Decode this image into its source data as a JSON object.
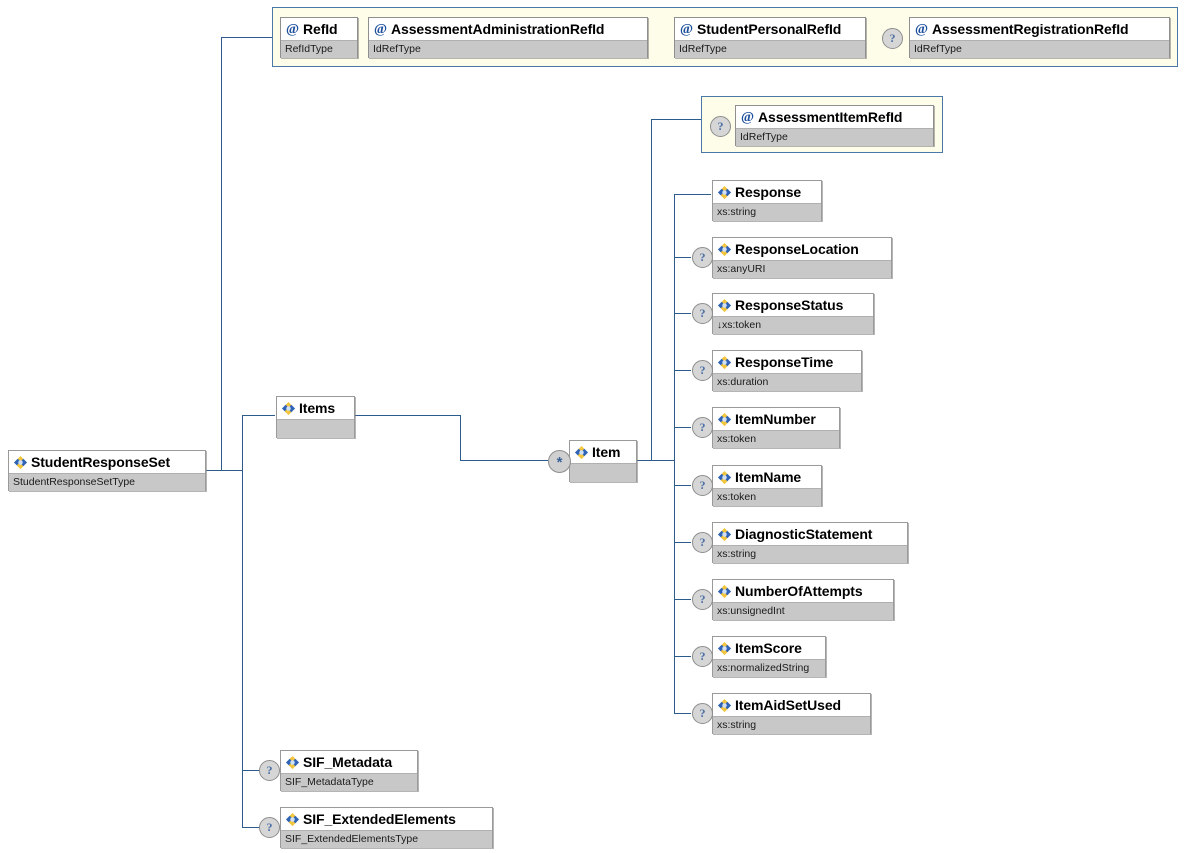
{
  "diagram": {
    "title": "StudentResponseSet",
    "kind": "xsd-schema-diagram",
    "colors": {
      "connector": "#2e5c8a",
      "attribute_group_bg": "#fdfde9",
      "attribute_group_border": "#4a79a8",
      "node_border": "#9a9a9a",
      "type_row_bg": "#c8c8c8",
      "marker_bg": "#d6d6d6",
      "icon_attribute": "#1c4f9c"
    }
  },
  "root": {
    "name": "StudentResponseSet",
    "type": "StudentResponseSetType",
    "icon": "element-icon"
  },
  "root_attributes": [
    {
      "name": "RefId",
      "type": "RefIdType",
      "icon": "attribute-icon",
      "optional": false
    },
    {
      "name": "AssessmentAdministrationRefId",
      "type": "IdRefType",
      "icon": "attribute-icon",
      "optional": false
    },
    {
      "name": "StudentPersonalRefId",
      "type": "IdRefType",
      "icon": "attribute-icon",
      "optional": false
    },
    {
      "name": "AssessmentRegistrationRefId",
      "type": "IdRefType",
      "icon": "attribute-icon",
      "optional": true
    }
  ],
  "root_children": [
    {
      "name": "Items",
      "type": "",
      "icon": "element-icon",
      "optional": false
    },
    {
      "name": "SIF_Metadata",
      "type": "SIF_MetadataType",
      "icon": "element-icon",
      "optional": true
    },
    {
      "name": "SIF_ExtendedElements",
      "type": "SIF_ExtendedElementsType",
      "icon": "element-icon",
      "optional": true
    }
  ],
  "item": {
    "name": "Item",
    "type": "",
    "icon": "element-icon",
    "multiplicity_marker": "*"
  },
  "item_attributes": [
    {
      "name": "AssessmentItemRefId",
      "type": "IdRefType",
      "icon": "attribute-icon",
      "optional": true
    }
  ],
  "item_children": [
    {
      "name": "Response",
      "type": "xs:string",
      "icon": "element-icon",
      "optional": false,
      "restricted": false
    },
    {
      "name": "ResponseLocation",
      "type": "xs:anyURI",
      "icon": "element-icon",
      "optional": true,
      "restricted": false
    },
    {
      "name": "ResponseStatus",
      "type": "xs:token",
      "icon": "element-icon",
      "optional": true,
      "restricted": true
    },
    {
      "name": "ResponseTime",
      "type": "xs:duration",
      "icon": "element-icon",
      "optional": true,
      "restricted": false
    },
    {
      "name": "ItemNumber",
      "type": "xs:token",
      "icon": "element-icon",
      "optional": true,
      "restricted": false
    },
    {
      "name": "ItemName",
      "type": "xs:token",
      "icon": "element-icon",
      "optional": true,
      "restricted": false
    },
    {
      "name": "DiagnosticStatement",
      "type": "xs:string",
      "icon": "element-icon",
      "optional": true,
      "restricted": false
    },
    {
      "name": "NumberOfAttempts",
      "type": "xs:unsignedInt",
      "icon": "element-icon",
      "optional": true,
      "restricted": false
    },
    {
      "name": "ItemScore",
      "type": "xs:normalizedString",
      "icon": "element-icon",
      "optional": true,
      "restricted": false
    },
    {
      "name": "ItemAidSetUsed",
      "type": "xs:string",
      "icon": "element-icon",
      "optional": true,
      "restricted": false
    }
  ],
  "markers": {
    "optional": "?",
    "unbounded": "*",
    "restriction_arrow": "↓",
    "attribute_glyph": "@"
  }
}
